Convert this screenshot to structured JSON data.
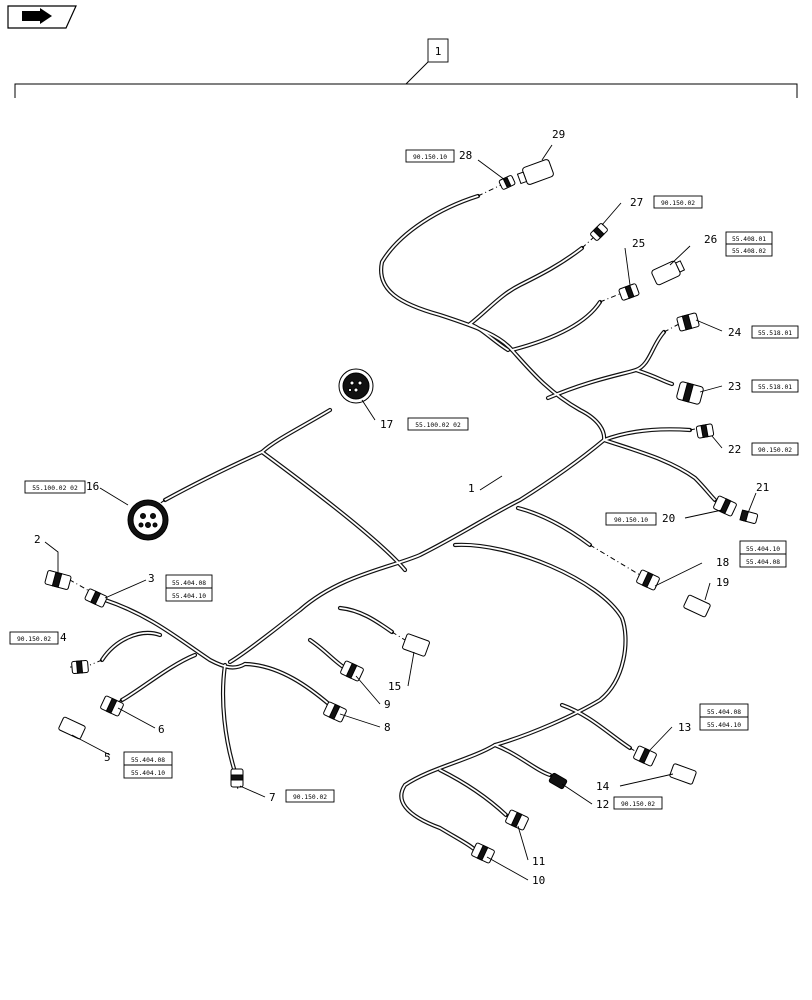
{
  "nav_icon": {
    "name": "page-navigation-icon"
  },
  "assembly": {
    "label": "1"
  },
  "callouts": {
    "c1": "1",
    "c2": "2",
    "c3": "3",
    "c4": "4",
    "c5": "5",
    "c6": "6",
    "c7": "7",
    "c8": "8",
    "c9": "9",
    "c10": "10",
    "c11": "11",
    "c12": "12",
    "c13": "13",
    "c14": "14",
    "c15": "15",
    "c16": "16",
    "c17": "17",
    "c18": "18",
    "c19": "19",
    "c20": "20",
    "c21": "21",
    "c22": "22",
    "c23": "23",
    "c24": "24",
    "c25": "25",
    "c26": "26",
    "c27": "27",
    "c28": "28",
    "c29": "29"
  },
  "refs": {
    "r28": "90.150.10",
    "r27": "90.150.02",
    "r26a": "55.408.01",
    "r26b": "55.408.02",
    "r24": "55.518.01",
    "r23": "55.518.01",
    "r22": "90.150.02",
    "r20": "90.150.10",
    "r18a": "55.404.10",
    "r18b": "55.404.08",
    "r17": "55.100.02 02",
    "r16": "55.100.02 02",
    "r3a": "55.404.08",
    "r3b": "55.404.10",
    "r4": "90.150.02",
    "r5a": "55.404.08",
    "r5b": "55.404.10",
    "r7": "90.150.02",
    "r13a": "55.404.08",
    "r13b": "55.404.10",
    "r12": "90.150.02"
  }
}
